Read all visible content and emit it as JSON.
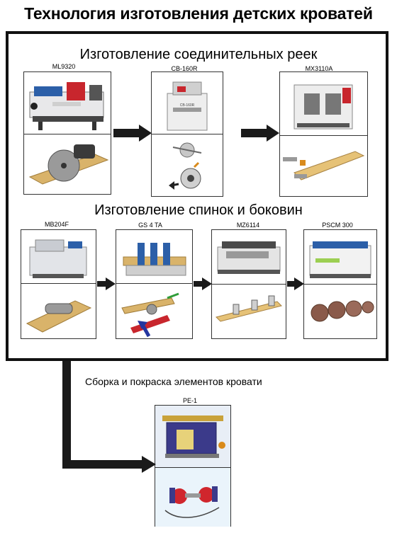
{
  "title": "Технология изготовления детских кроватей",
  "section1": {
    "title": "Изготовление соединительных реек",
    "machines": [
      {
        "model": "ML9320",
        "icon": "multi-rip-saw-icon",
        "part_icon": "circular-saw-blade-icon"
      },
      {
        "model": "CB-160R",
        "icon": "slot-drilling-machine-icon",
        "part_icon": "drilling-head-icon"
      },
      {
        "model": "MX3110A",
        "icon": "double-end-tenoner-icon",
        "part_icon": "tenon-cutter-icon"
      }
    ]
  },
  "section2": {
    "title": "Изготовление спинок и боковин",
    "machines": [
      {
        "model": "MB204F",
        "icon": "four-side-planer-icon",
        "part_icon": "planer-cutter-icon"
      },
      {
        "model": "GS 4 TA",
        "icon": "copy-shaper-icon",
        "part_icon": "shaping-process-icon"
      },
      {
        "model": "MZ6114",
        "icon": "multi-spindle-drill-icon",
        "part_icon": "drill-bits-icon"
      },
      {
        "model": "PSCM 300",
        "icon": "sanding-machine-icon",
        "part_icon": "sanding-brushes-icon"
      }
    ]
  },
  "section3": {
    "title": "Сборка и покраска элементов кровати",
    "machines": [
      {
        "model": "PE-1",
        "icon": "paint-booth-icon",
        "part_icon": "paint-spray-rotors-icon"
      }
    ]
  },
  "colors": {
    "frame": "#111111",
    "arrow": "#1a1a1a",
    "machine_blue": "#2c5fa8",
    "wood": "#d9b36a",
    "red": "#c8262d"
  }
}
